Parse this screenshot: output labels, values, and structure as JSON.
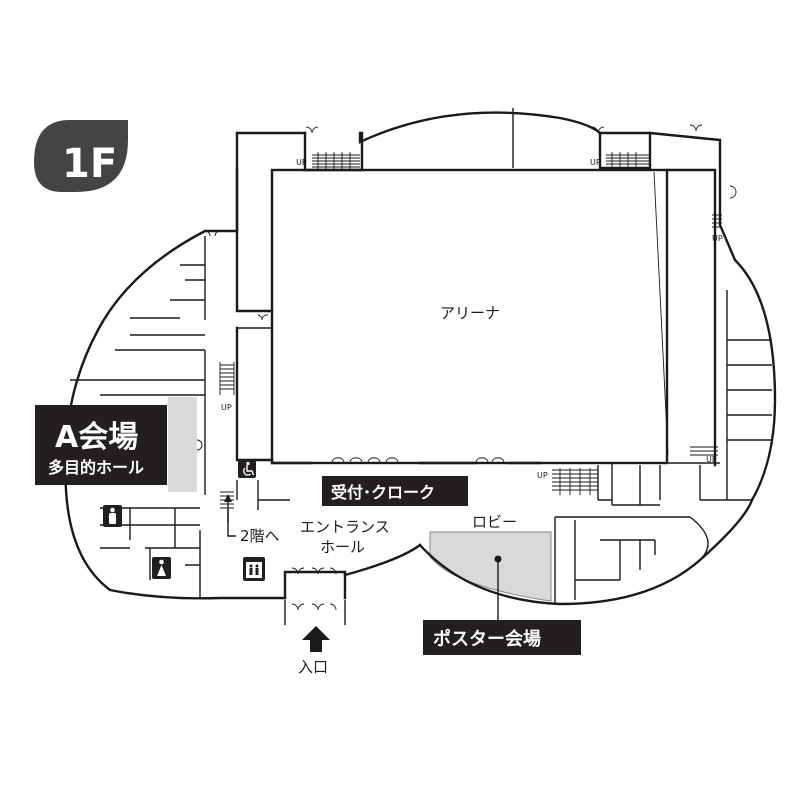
{
  "floor": {
    "label": "1F"
  },
  "rooms": {
    "arena": "アリーナ",
    "lobby": "ロビー",
    "entrance_line1": "エントランス",
    "entrance_line2": "ホール",
    "to_second_floor": "2階へ",
    "entrance": "入口"
  },
  "venues": {
    "a_hall_title": "A会場",
    "a_hall_subtitle": "多目的ホール",
    "reception": "受付･クローク",
    "poster_hall": "ポスター会場"
  },
  "stairs": {
    "up_label": "UP"
  },
  "icons": {
    "wheelchair": "wheelchair-icon",
    "male_restroom": "male-restroom-icon",
    "female_restroom": "female-restroom-icon",
    "elevator": "elevator-icon",
    "entrance_arrow": "up-arrow-icon"
  },
  "colors": {
    "label_bg": "#231f20",
    "label_text": "#ffffff",
    "highlight_area": "#d9d9d9",
    "wall": "#1a1a1a"
  }
}
